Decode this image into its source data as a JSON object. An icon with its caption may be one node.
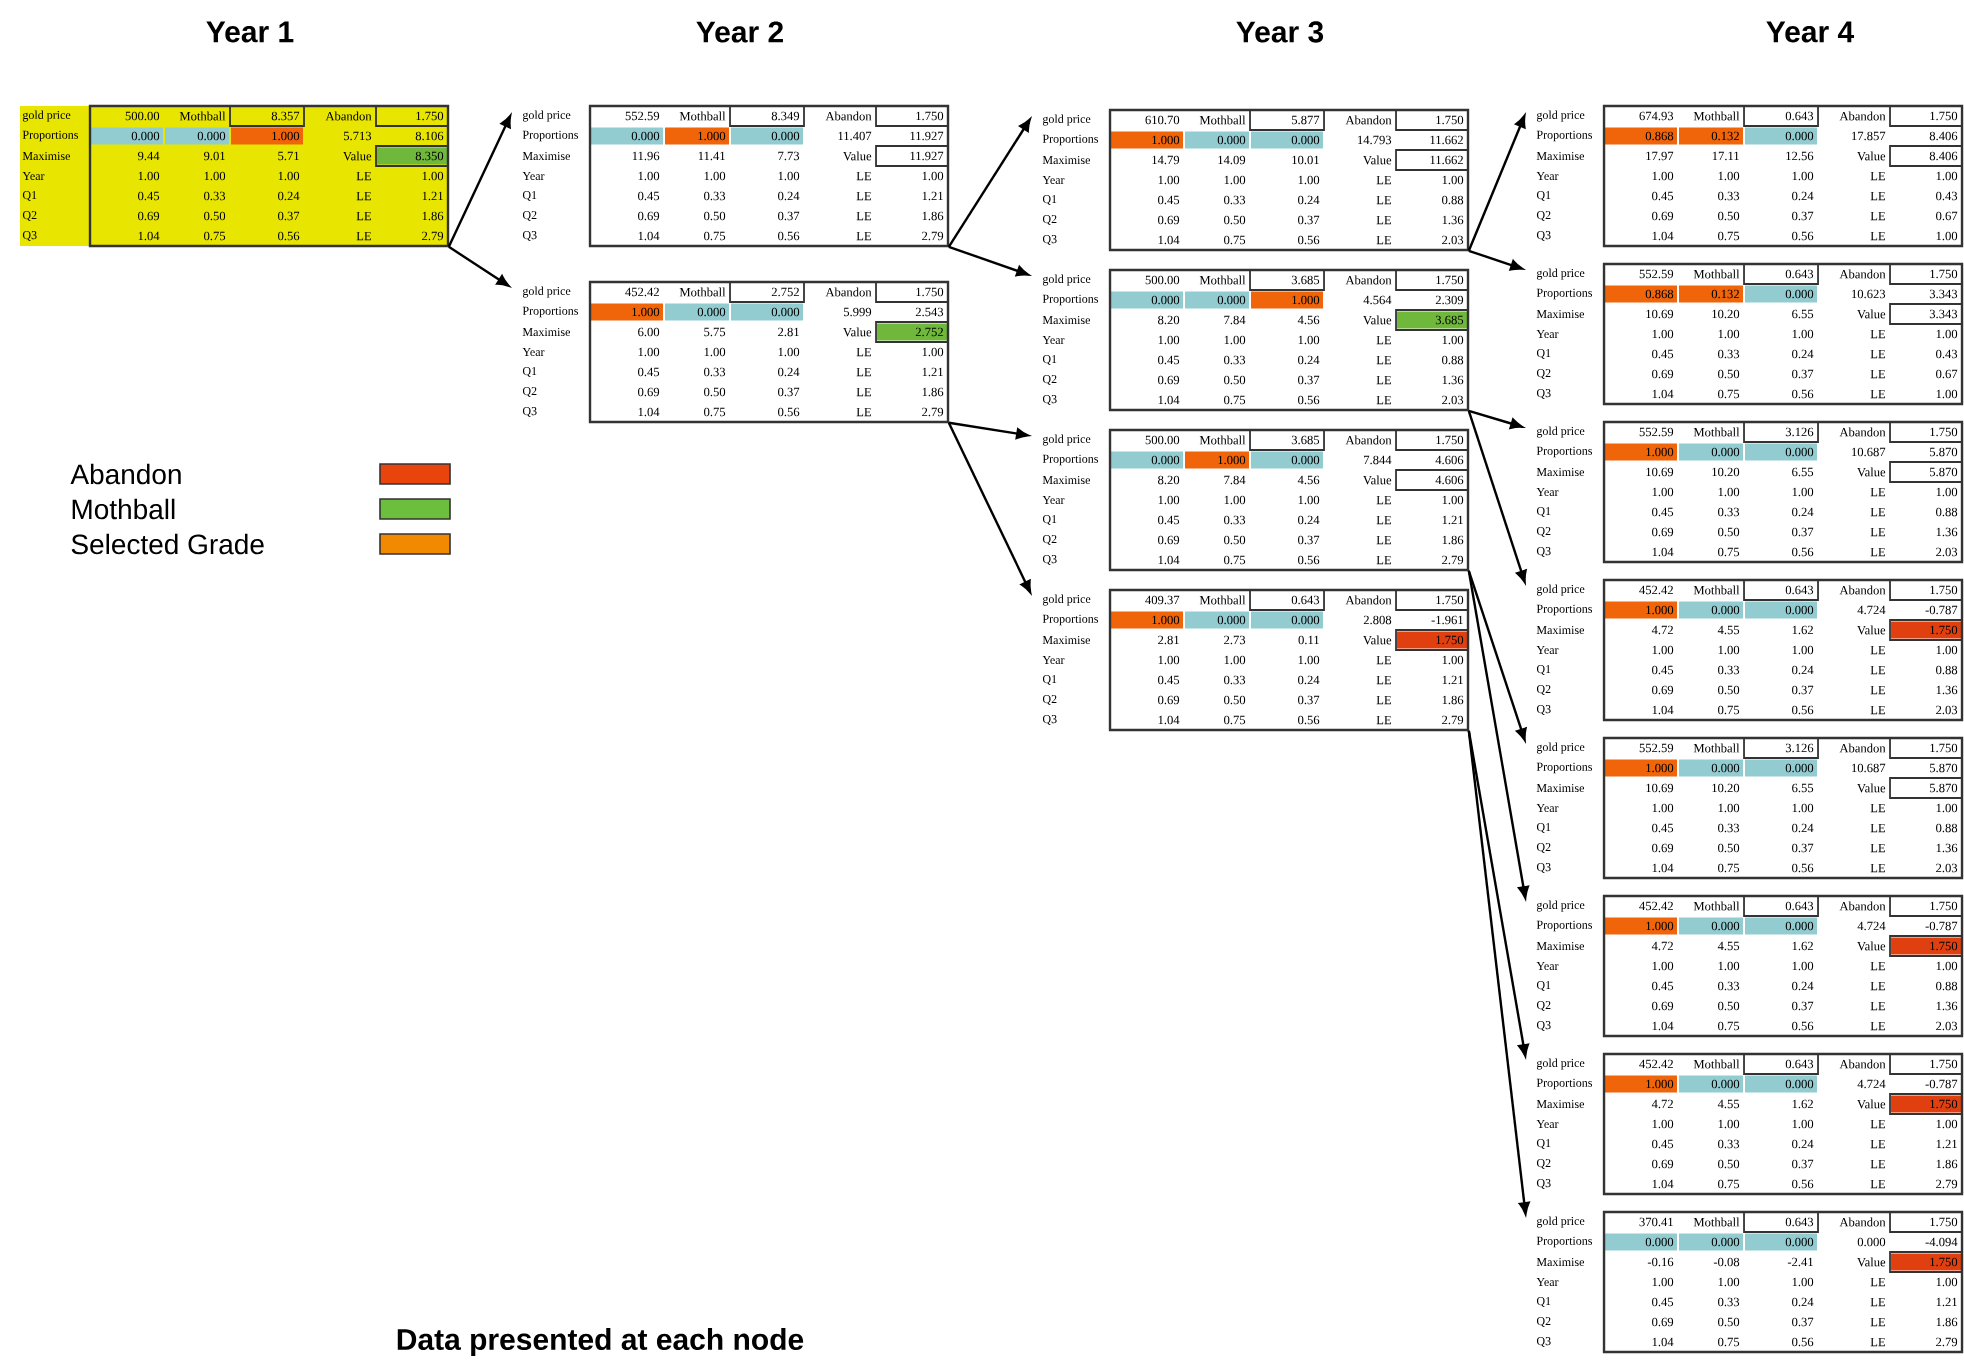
{
  "diagram": {
    "caption": "Data presented at each node",
    "nodes": [
      {
        "text": [
          "gold price",
          "500.00",
          "Mothball",
          "8.357",
          "Abandon",
          "1.750",
          "Proportions",
          "0.000",
          "0.000",
          "1.000",
          "5.713",
          "8.106",
          "Maximise",
          "9.44",
          "9.01",
          "5.71",
          "Value",
          "8.350",
          "Year",
          "1.00",
          "1.00",
          "1.00",
          "LE",
          "1.00",
          "Q1",
          "0.45",
          "0.33",
          "0.24",
          "LE",
          "1.21",
          "Q2",
          "0.69",
          "0.50",
          "0.37",
          "LE",
          "1.86",
          "Q3",
          "1.04",
          "0.75",
          "0.56",
          "LE",
          "2.79"
        ]
      },
      {
        "text": [
          "gold price",
          "552.59",
          "Mothball",
          "8.349",
          "Abandon",
          "1.750",
          "Proportions",
          "0.000",
          "1.000",
          "0.000",
          "11.407",
          "11.927",
          "Maximise",
          "11.96",
          "11.41",
          "7.73",
          "Value",
          "11.927",
          "Year",
          "1.00",
          "1.00",
          "1.00",
          "LE",
          "1.00",
          "Q1",
          "0.45",
          "0.33",
          "0.24",
          "LE",
          "1.21",
          "Q2",
          "0.69",
          "0.50",
          "0.37",
          "LE",
          "1.86",
          "Q3",
          "1.04",
          "0.75",
          "0.56",
          "LE",
          "2.79"
        ]
      },
      {
        "text": [
          "gold price",
          "452.42",
          "Mothball",
          "2.752",
          "Abandon",
          "1.750",
          "Proportions",
          "1.000",
          "0.000",
          "0.000",
          "5.999",
          "2.543",
          "Maximise",
          "6.00",
          "5.75",
          "2.81",
          "Value",
          "2.752",
          "Year",
          "1.00",
          "1.00",
          "1.00",
          "LE",
          "1.00",
          "Q1",
          "0.45",
          "0.33",
          "0.24",
          "LE",
          "1.21",
          "Q2",
          "0.69",
          "0.50",
          "0.37",
          "LE",
          "1.86",
          "Q3",
          "1.04",
          "0.75",
          "0.56",
          "LE",
          "2.79"
        ]
      },
      {
        "text": [
          "gold price",
          "610.70",
          "Mothball",
          "5.877",
          "Abandon",
          "1.750",
          "Proportions",
          "1.000",
          "0.000",
          "0.000",
          "14.793",
          "11.662",
          "Maximise",
          "14.79",
          "14.09",
          "10.01",
          "Value",
          "11.662",
          "Year",
          "1.00",
          "1.00",
          "1.00",
          "LE",
          "1.00",
          "Q1",
          "0.45",
          "0.33",
          "0.24",
          "LE",
          "0.88",
          "Q2",
          "0.69",
          "0.50",
          "0.37",
          "LE",
          "1.36",
          "Q3",
          "1.04",
          "0.75",
          "0.56",
          "LE",
          "2.03"
        ]
      },
      {
        "text": [
          "gold price",
          "500.00",
          "Mothball",
          "3.685",
          "Abandon",
          "1.750",
          "Proportions",
          "0.000",
          "0.000",
          "1.000",
          "4.564",
          "2.309",
          "Maximise",
          "8.20",
          "7.84",
          "4.56",
          "Value",
          "3.685",
          "Year",
          "1.00",
          "1.00",
          "1.00",
          "LE",
          "1.00",
          "Q1",
          "0.45",
          "0.33",
          "0.24",
          "LE",
          "0.88",
          "Q2",
          "0.69",
          "0.50",
          "0.37",
          "LE",
          "1.36",
          "Q3",
          "1.04",
          "0.75",
          "0.56",
          "LE",
          "2.03"
        ]
      },
      {
        "text": [
          "gold price",
          "500.00",
          "Mothball",
          "3.685",
          "Abandon",
          "1.750",
          "Proportions",
          "0.000",
          "1.000",
          "0.000",
          "7.844",
          "4.606",
          "Maximise",
          "8.20",
          "7.84",
          "4.56",
          "Value",
          "4.606",
          "Year",
          "1.00",
          "1.00",
          "1.00",
          "LE",
          "1.00",
          "Q1",
          "0.45",
          "0.33",
          "0.24",
          "LE",
          "1.21",
          "Q2",
          "0.69",
          "0.50",
          "0.37",
          "LE",
          "1.86",
          "Q3",
          "1.04",
          "0.75",
          "0.56",
          "LE",
          "2.79"
        ]
      },
      {
        "text": [
          "gold price",
          "409.37",
          "Mothball",
          "0.643",
          "Abandon",
          "1.750",
          "Proportions",
          "1.000",
          "0.000",
          "0.000",
          "2.808",
          "-1.961",
          "Maximise",
          "2.81",
          "2.73",
          "0.11",
          "Value",
          "1.750",
          "Year",
          "1.00",
          "1.00",
          "1.00",
          "LE",
          "1.00",
          "Q1",
          "0.45",
          "0.33",
          "0.24",
          "LE",
          "1.21",
          "Q2",
          "0.69",
          "0.50",
          "0.37",
          "LE",
          "1.86",
          "Q3",
          "1.04",
          "0.75",
          "0.56",
          "LE",
          "2.79"
        ]
      },
      {
        "text": [
          "gold price",
          "674.93",
          "Mothball",
          "0.643",
          "Abandon",
          "1.750",
          "Proportions",
          "0.868",
          "0.132",
          "0.000",
          "17.857",
          "8.406",
          "Maximise",
          "17.97",
          "17.11",
          "12.56",
          "Value",
          "8.406",
          "Year",
          "1.00",
          "1.00",
          "1.00",
          "LE",
          "1.00",
          "Q1",
          "0.45",
          "0.33",
          "0.24",
          "LE",
          "0.43",
          "Q2",
          "0.69",
          "0.50",
          "0.37",
          "LE",
          "0.67",
          "Q3",
          "1.04",
          "0.75",
          "0.56",
          "LE",
          "1.00"
        ]
      },
      {
        "text": [
          "gold price",
          "552.59",
          "Mothball",
          "0.643",
          "Abandon",
          "1.750",
          "Proportions",
          "0.868",
          "0.132",
          "0.000",
          "10.623",
          "3.343",
          "Maximise",
          "10.69",
          "10.20",
          "6.55",
          "Value",
          "3.343",
          "Year",
          "1.00",
          "1.00",
          "1.00",
          "LE",
          "1.00",
          "Q1",
          "0.45",
          "0.33",
          "0.24",
          "LE",
          "0.43",
          "Q2",
          "0.69",
          "0.50",
          "0.37",
          "LE",
          "0.67",
          "Q3",
          "1.04",
          "0.75",
          "0.56",
          "LE",
          "1.00"
        ]
      },
      {
        "text": [
          "gold price",
          "552.59",
          "Mothball",
          "3.126",
          "Abandon",
          "1.750",
          "Proportions",
          "1.000",
          "0.000",
          "0.000",
          "10.687",
          "5.870",
          "Maximise",
          "10.69",
          "10.20",
          "6.55",
          "Value",
          "5.870",
          "Year",
          "1.00",
          "1.00",
          "1.00",
          "LE",
          "1.00",
          "Q1",
          "0.45",
          "0.33",
          "0.24",
          "LE",
          "0.88",
          "Q2",
          "0.69",
          "0.50",
          "0.37",
          "LE",
          "1.36",
          "Q3",
          "1.04",
          "0.75",
          "0.56",
          "LE",
          "2.03"
        ]
      },
      {
        "text": [
          "gold price",
          "452.42",
          "Mothball",
          "0.643",
          "Abandon",
          "1.750",
          "Proportions",
          "1.000",
          "0.000",
          "0.000",
          "4.724",
          "-0.787",
          "Maximise",
          "4.72",
          "4.55",
          "1.62",
          "Value",
          "1.750",
          "Year",
          "1.00",
          "1.00",
          "1.00",
          "LE",
          "1.00",
          "Q1",
          "0.45",
          "0.33",
          "0.24",
          "LE",
          "0.88",
          "Q2",
          "0.69",
          "0.50",
          "0.37",
          "LE",
          "1.36",
          "Q3",
          "1.04",
          "0.75",
          "0.56",
          "LE",
          "2.03"
        ]
      },
      {
        "text": [
          "gold price",
          "552.59",
          "Mothball",
          "3.126",
          "Abandon",
          "1.750",
          "Proportions",
          "1.000",
          "0.000",
          "0.000",
          "10.687",
          "5.870",
          "Maximise",
          "10.69",
          "10.20",
          "6.55",
          "Value",
          "5.870",
          "Year",
          "1.00",
          "1.00",
          "1.00",
          "LE",
          "1.00",
          "Q1",
          "0.45",
          "0.33",
          "0.24",
          "LE",
          "0.88",
          "Q2",
          "0.69",
          "0.50",
          "0.37",
          "LE",
          "1.36",
          "Q3",
          "1.04",
          "0.75",
          "0.56",
          "LE",
          "2.03"
        ]
      },
      {
        "text": [
          "gold price",
          "452.42",
          "Mothball",
          "0.643",
          "Abandon",
          "1.750",
          "Proportions",
          "1.000",
          "0.000",
          "0.000",
          "4.724",
          "-0.787",
          "Maximise",
          "4.72",
          "4.55",
          "1.62",
          "Value",
          "1.750",
          "Year",
          "1.00",
          "1.00",
          "1.00",
          "LE",
          "1.00",
          "Q1",
          "0.45",
          "0.33",
          "0.24",
          "LE",
          "0.88",
          "Q2",
          "0.69",
          "0.50",
          "0.37",
          "LE",
          "1.36",
          "Q3",
          "1.04",
          "0.75",
          "0.56",
          "LE",
          "2.03"
        ]
      },
      {
        "text": [
          "gold price",
          "452.42",
          "Mothball",
          "0.643",
          "Abandon",
          "1.750",
          "Proportions",
          "1.000",
          "0.000",
          "0.000",
          "4.724",
          "-0.787",
          "Maximise",
          "4.72",
          "4.55",
          "1.62",
          "Value",
          "1.750",
          "Year",
          "1.00",
          "1.00",
          "1.00",
          "LE",
          "1.00",
          "Q1",
          "0.45",
          "0.33",
          "0.24",
          "LE",
          "1.21",
          "Q2",
          "0.69",
          "0.50",
          "0.37",
          "LE",
          "1.86",
          "Q3",
          "1.04",
          "0.75",
          "0.56",
          "LE",
          "2.79"
        ]
      },
      {
        "text": [
          "gold price",
          "370.41",
          "Mothball",
          "0.643",
          "Abandon",
          "1.750",
          "Proportions",
          "0.000",
          "0.000",
          "0.000",
          "0.000",
          "-4.094",
          "Maximise",
          "-0.16",
          "-0.08",
          "-2.41",
          "Value",
          "1.750",
          "Year",
          "1.00",
          "1.00",
          "1.00",
          "LE",
          "1.00",
          "Q1",
          "0.45",
          "0.33",
          "0.24",
          "LE",
          "1.21",
          "Q2",
          "0.69",
          "0.50",
          "0.37",
          "LE",
          "1.86",
          "Q3",
          "1.04",
          "0.75",
          "0.56",
          "LE",
          "2.79"
        ]
      }
    ],
    "edges": [
      {
        "from": 0,
        "to": 1,
        "arrow": "to"
      },
      {
        "from": 0,
        "to": 2,
        "arrow": "to"
      },
      {
        "from": 1,
        "to": 3,
        "arrow": "to"
      },
      {
        "from": 1,
        "to": 4,
        "arrow": "to"
      },
      {
        "from": 2,
        "to": 5,
        "arrow": "to"
      },
      {
        "from": 2,
        "to": 6,
        "arrow": "to"
      },
      {
        "from": 3,
        "to": 7,
        "arrow": "to"
      },
      {
        "from": 3,
        "to": 8,
        "arrow": "to"
      },
      {
        "from": 4,
        "to": 9,
        "arrow": "to"
      },
      {
        "from": 4,
        "to": 10,
        "arrow": "to"
      },
      {
        "from": 5,
        "to": 11,
        "arrow": "to"
      },
      {
        "from": 5,
        "to": 12,
        "arrow": "to"
      },
      {
        "from": 6,
        "to": 13,
        "arrow": "to"
      },
      {
        "from": 6,
        "to": 14,
        "arrow": "to"
      }
    ],
    "labels": [
      "Year 1",
      "Year 2",
      "Year 3",
      "Year 4"
    ],
    "legend": [
      {
        "text": "Abandon",
        "color": "#e8440c"
      },
      {
        "text": "Mothball",
        "color": "#6cbf3c"
      },
      {
        "text": "Selected Grade",
        "color": "#f18a00"
      }
    ]
  }
}
